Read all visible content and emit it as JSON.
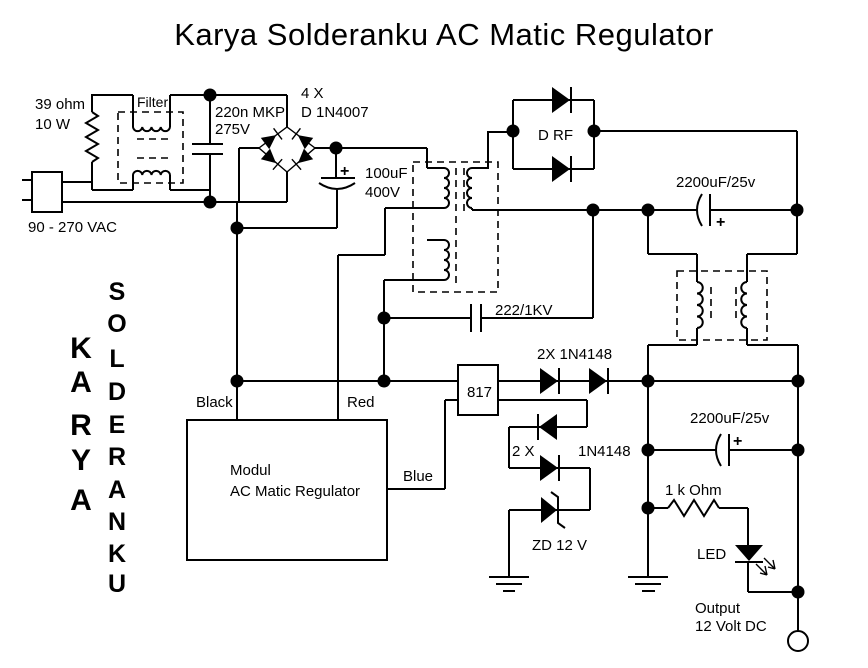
{
  "title": "Karya Solderanku AC Matic Regulator",
  "brand": {
    "karya": "KARYA",
    "solderanku": "SOLDERANKU"
  },
  "labels": {
    "resistor_value": "39 ohm",
    "resistor_power": "10 W",
    "filter": "Filter",
    "mkp_value": "220n MKP",
    "mkp_voltage": "275V",
    "bridge_qty": "4 X",
    "bridge_part": "D 1N4007",
    "ac_range": "90 - 270 VAC",
    "bulk_value": "100uF",
    "bulk_voltage": "400V",
    "d_rf": "D RF",
    "cap_sec1": "2200uF/25v",
    "cap_hv": "222/1KV",
    "opto": "817",
    "diodes_series": "2X 1N4148",
    "wire_black": "Black",
    "wire_red": "Red",
    "wire_blue": "Blue",
    "module_line1": "Modul",
    "module_line2": "AC Matic Regulator",
    "clamp_qty": "2 X",
    "clamp_part": "1N4148",
    "zener": "ZD 12 V",
    "cap_sec2": "2200uF/25v",
    "r_led": "1 k Ohm",
    "led": "LED",
    "output_line1": "Output",
    "output_line2": "12 Volt DC",
    "plus": "+"
  },
  "colors": {
    "line": "#000000",
    "background": "#ffffff"
  }
}
